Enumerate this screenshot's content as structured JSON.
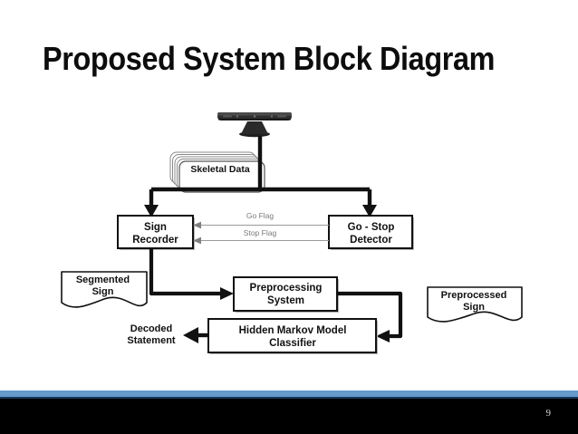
{
  "slide": {
    "title": "Proposed System Block Diagram",
    "page_number": "9",
    "footer": {
      "accent_color": "#6699cc",
      "navy_color": "#17365d",
      "bar_color": "#000000"
    }
  },
  "diagram": {
    "type": "block-diagram",
    "sensor": {
      "name": "kinect-sensor",
      "body_color": "#2b2b2b",
      "stand_color": "#1f1f1f"
    },
    "nodes": [
      {
        "id": "skeletal-data",
        "label": "Skeletal Data",
        "shape": "stacked-rounded-rect"
      },
      {
        "id": "sign-recorder",
        "label": "Sign\nRecorder",
        "shape": "rect"
      },
      {
        "id": "go-stop-detector",
        "label": "Go - Stop\nDetector",
        "shape": "rect"
      },
      {
        "id": "preprocessing-system",
        "label": "Preprocessing\nSystem",
        "shape": "rect"
      },
      {
        "id": "hmm-classifier",
        "label": "Hidden Markov Model\nClassifier",
        "shape": "rect"
      },
      {
        "id": "segmented-sign",
        "label": "Segmented\nSign",
        "shape": "document"
      },
      {
        "id": "preprocessed-sign",
        "label": "Preprocessed\nSign",
        "shape": "document"
      },
      {
        "id": "decoded-statement",
        "label": "Decoded\nStatement",
        "shape": "text"
      }
    ],
    "edges": [
      {
        "id": "sensor-to-split",
        "from": "kinect-sensor",
        "to": "split-junction",
        "label": "",
        "style": "thick-black"
      },
      {
        "id": "split-to-sign-recorder",
        "from": "split-junction",
        "to": "sign-recorder",
        "label": "",
        "style": "thick-black"
      },
      {
        "id": "split-to-go-stop",
        "from": "split-junction",
        "to": "go-stop-detector",
        "label": "",
        "style": "thick-black"
      },
      {
        "id": "go-flag-edge",
        "from": "go-stop-detector",
        "to": "sign-recorder",
        "label": "Go Flag",
        "style": "thin-gray"
      },
      {
        "id": "stop-flag-edge",
        "from": "go-stop-detector",
        "to": "sign-recorder",
        "label": "Stop Flag",
        "style": "thin-gray"
      },
      {
        "id": "recorder-to-preprocessing",
        "from": "sign-recorder",
        "to": "preprocessing-system",
        "label": "",
        "style": "thick-black"
      },
      {
        "id": "preprocessing-to-hmm",
        "from": "preprocessing-system",
        "to": "hmm-classifier",
        "label": "",
        "style": "thick-black"
      },
      {
        "id": "hmm-to-decoded",
        "from": "hmm-classifier",
        "to": "decoded-statement",
        "label": "",
        "style": "thick-black"
      }
    ],
    "colors": {
      "stroke": "#111111",
      "thin_stroke": "#8c8c8c",
      "fill": "#ffffff",
      "shadow": "#b0b0b0"
    }
  }
}
